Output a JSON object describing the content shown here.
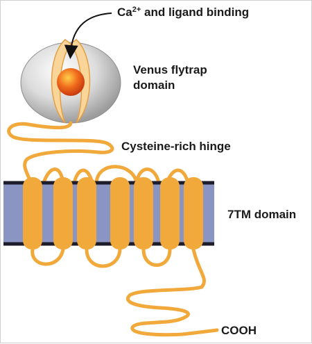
{
  "labels": {
    "binding_prefix": "Ca",
    "binding_sup": "2+",
    "binding_suffix": " and ligand binding",
    "vft_line1": "Venus flytrap",
    "vft_line2": "domain",
    "hinge": "Cysteine-rich hinge",
    "tm": "7TM domain",
    "cterm": "COOH"
  },
  "colors": {
    "membrane": "#8b95c3",
    "membrane_edge": "#1c1c2a",
    "chain": "#f2a93b",
    "helix": "#f2a93b",
    "vft_lobe": "#f9d59a",
    "sphere_outer": "#c6c6c6",
    "ligand": "#e6561b"
  },
  "membrane_helix_count": 7
}
